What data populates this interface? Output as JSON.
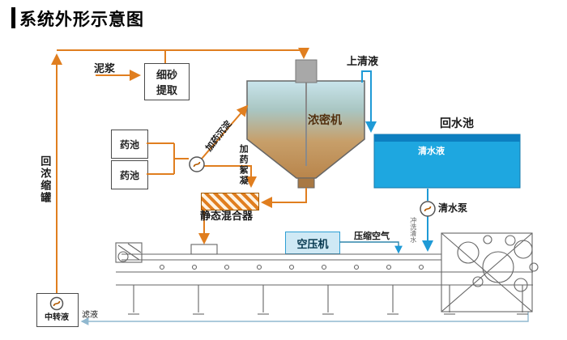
{
  "title": "系统外形示意图",
  "labels": {
    "mud": "泥浆",
    "sand_line1": "细砂",
    "sand_line2": "提取",
    "supernatant": "上清液",
    "thickener": "浓密机",
    "return_pool": "回水池",
    "clear_water": "清水液",
    "chem_pool_a": "药池",
    "chem_pool_b": "药池",
    "dose_settle": "加药沉淀",
    "dose_floc": "加药絮凝",
    "static_mixer": "静态混合器",
    "return_tank": "回浓缩罐",
    "clean_pump": "清水泵",
    "flush_water": "冲洗清水",
    "air_compressor": "空压机",
    "compressed_air": "压缩空气",
    "transfer_tank": "中转液",
    "filtrate": "滤液"
  },
  "colors": {
    "slurry": "#e07e1f",
    "water": "#1f9ad6",
    "pool_fill": "#1ea7e0",
    "pool_top": "#0d7fc0",
    "compressor_fill": "#cfe9f5",
    "tank_top": "#c9e4ec",
    "tank_bottom": "#b9854b"
  }
}
